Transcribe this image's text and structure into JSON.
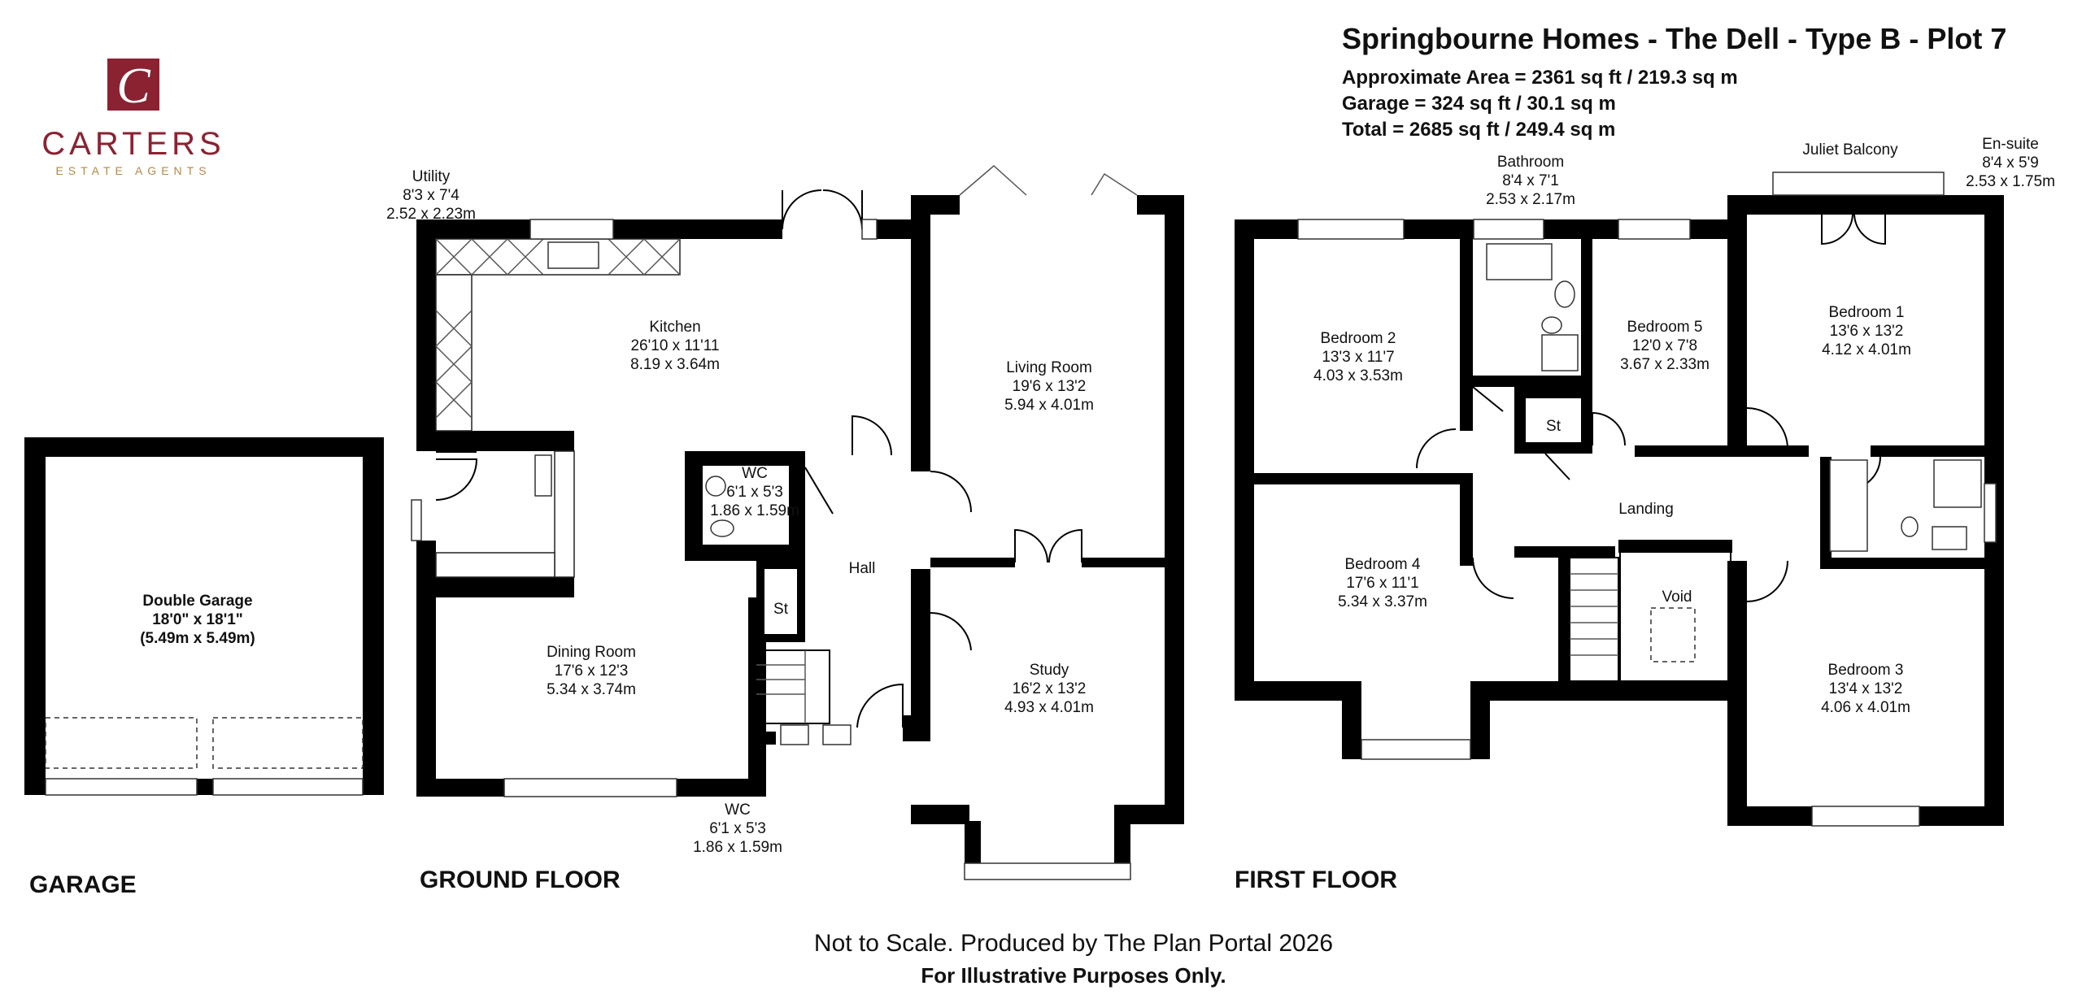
{
  "brand": {
    "name": "CARTERS",
    "tagline": "ESTATE AGENTS",
    "monogram": "C",
    "color": "#8b2232"
  },
  "header": {
    "title": "Springbourne Homes - The Dell - Type B - Plot 7",
    "area": "Approximate Area = 2361 sq ft / 219.3 sq m",
    "garage": "Garage = 324 sq ft / 30.1 sq m",
    "total": "Total = 2685 sq ft / 249.4 sq m"
  },
  "floors": {
    "garage": "GARAGE",
    "ground": "GROUND FLOOR",
    "first": "FIRST FLOOR"
  },
  "rooms": {
    "garage": {
      "name": "Double Garage",
      "imperial": "18'0\" x 18'1\"",
      "metric": "(5.49m x 5.49m)"
    },
    "utility": {
      "name": "Utility",
      "imperial": "8'3 x 7'4",
      "metric": "2.52 x 2.23m"
    },
    "kitchen": {
      "name": "Kitchen",
      "imperial": "26'10 x 11'11",
      "metric": "8.19 x 3.64m"
    },
    "wc_inner": {
      "name": "WC",
      "imperial": "6'1 x 5'3",
      "metric": "1.86 x 1.59m"
    },
    "wc_outer": {
      "name": "WC",
      "imperial": "6'1 x 5'3",
      "metric": "1.86 x 1.59m"
    },
    "dining": {
      "name": "Dining Room",
      "imperial": "17'6 x 12'3",
      "metric": "5.34 x 3.74m"
    },
    "living": {
      "name": "Living Room",
      "imperial": "19'6 x 13'2",
      "metric": "5.94 x 4.01m"
    },
    "study": {
      "name": "Study",
      "imperial": "16'2 x 13'2",
      "metric": "4.93 x 4.01m"
    },
    "hall": {
      "name": "Hall"
    },
    "store_ground": {
      "name": "St"
    },
    "bedroom2": {
      "name": "Bedroom 2",
      "imperial": "13'3 x 11'7",
      "metric": "4.03 x 3.53m"
    },
    "bathroom": {
      "name": "Bathroom",
      "imperial": "8'4 x 7'1",
      "metric": "2.53 x 2.17m"
    },
    "bedroom5": {
      "name": "Bedroom 5",
      "imperial": "12'0 x 7'8",
      "metric": "3.67 x 2.33m"
    },
    "store_first": {
      "name": "St"
    },
    "juliet": {
      "name": "Juliet Balcony"
    },
    "ensuite": {
      "name": "En-suite",
      "imperial": "8'4 x 5'9",
      "metric": "2.53 x 1.75m"
    },
    "bedroom1": {
      "name": "Bedroom 1",
      "imperial": "13'6 x 13'2",
      "metric": "4.12 x 4.01m"
    },
    "landing": {
      "name": "Landing"
    },
    "bedroom4": {
      "name": "Bedroom 4",
      "imperial": "17'6 x 11'1",
      "metric": "5.34 x 3.37m"
    },
    "void": {
      "name": "Void"
    },
    "bedroom3": {
      "name": "Bedroom 3",
      "imperial": "13'4 x 13'2",
      "metric": "4.06 x 4.01m"
    }
  },
  "footer": {
    "disclaimer": "Not to Scale. Produced by The Plan Portal 2026",
    "note": "For Illustrative Purposes Only."
  }
}
